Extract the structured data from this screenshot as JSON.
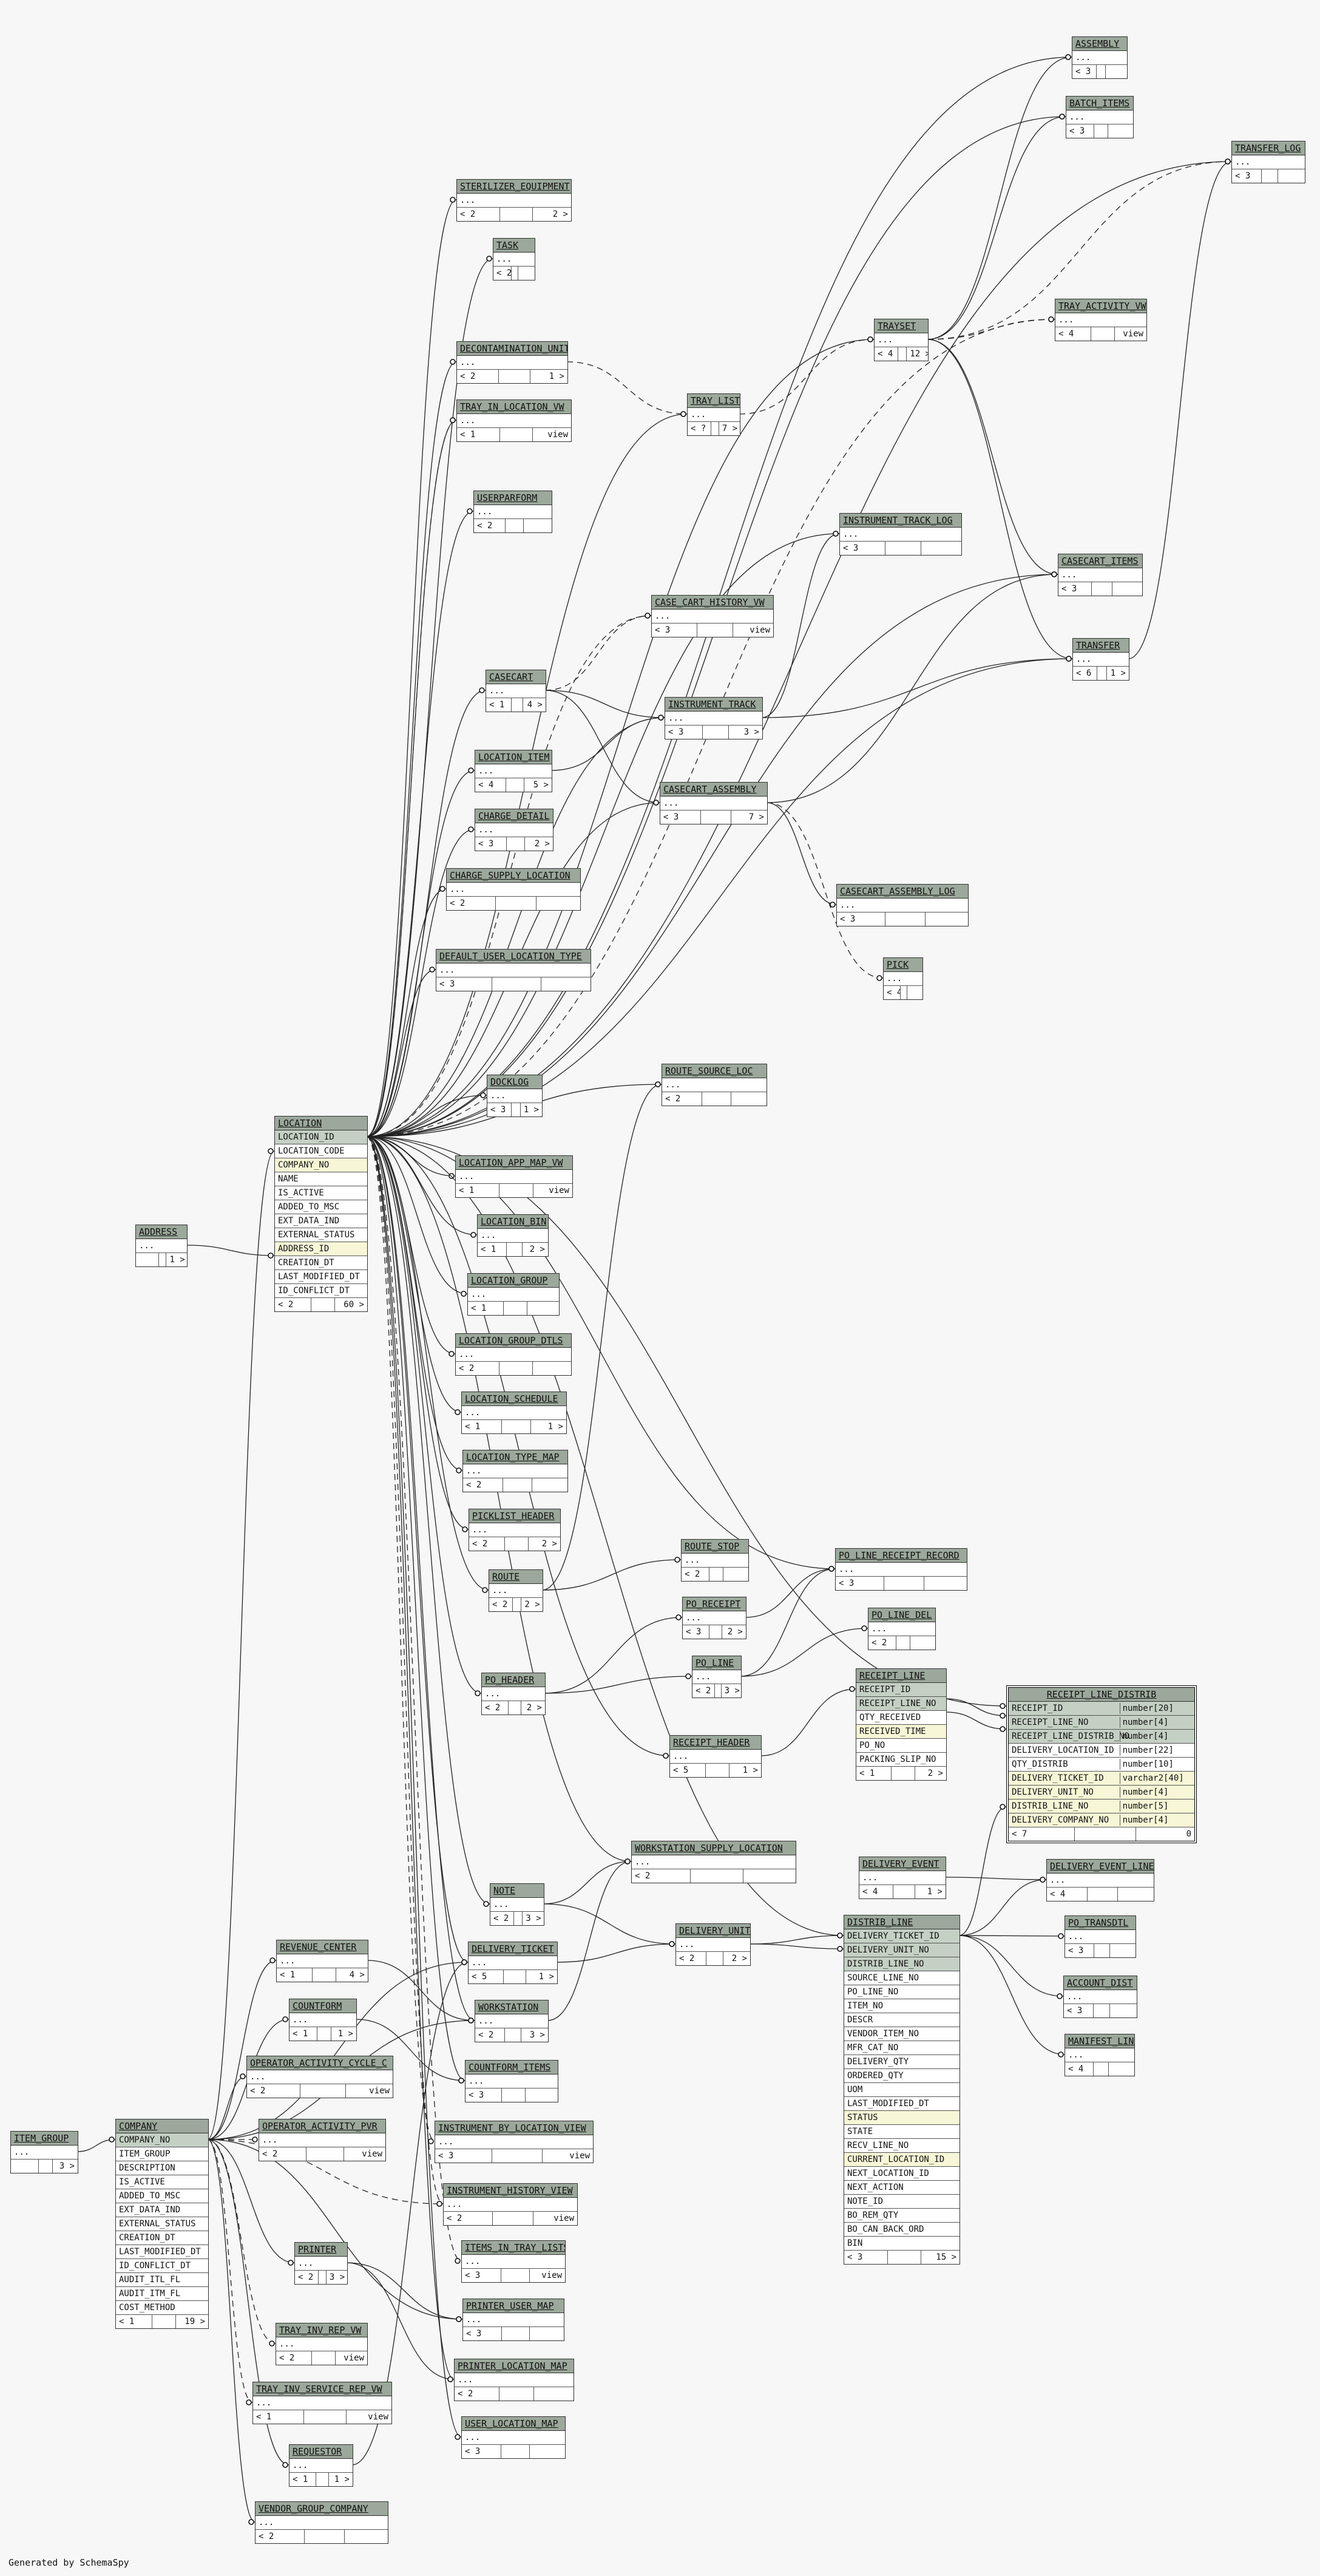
{
  "caption": "Generated by SchemaSpy",
  "tables": {
    "assembly": {
      "name": "ASSEMBLY",
      "rows": [
        "..."
      ],
      "foot": [
        "< 3",
        "",
        ""
      ]
    },
    "batch_items": {
      "name": "BATCH_ITEMS",
      "rows": [
        "..."
      ],
      "foot": [
        "< 3",
        "",
        ""
      ]
    },
    "transfer_log": {
      "name": "TRANSFER_LOG",
      "rows": [
        "..."
      ],
      "foot": [
        "< 3",
        "",
        ""
      ]
    },
    "sterilizer_equipment": {
      "name": "STERILIZER_EQUIPMENT",
      "rows": [
        "..."
      ],
      "foot": [
        "< 2",
        "",
        "2 >"
      ]
    },
    "task": {
      "name": "TASK",
      "rows": [
        "..."
      ],
      "foot": [
        "< 2",
        "",
        ""
      ]
    },
    "tray_activity_vw": {
      "name": "TRAY_ACTIVITY_VW",
      "rows": [
        "..."
      ],
      "foot": [
        "< 4",
        "",
        "view"
      ]
    },
    "trayset": {
      "name": "TRAYSET",
      "rows": [
        "..."
      ],
      "foot": [
        "< 4",
        "",
        "12 >"
      ]
    },
    "decontamination_unit": {
      "name": "DECONTAMINATION_UNIT",
      "rows": [
        "..."
      ],
      "foot": [
        "< 2",
        "",
        "1 >"
      ]
    },
    "tray_list": {
      "name": "TRAY_LIST",
      "rows": [
        "..."
      ],
      "foot": [
        "< ?",
        "",
        "7 >"
      ]
    },
    "tray_in_location_vw": {
      "name": "TRAY_IN_LOCATION_VW",
      "rows": [
        "..."
      ],
      "foot": [
        "< 1",
        "",
        "view"
      ]
    },
    "userparform": {
      "name": "USERPARFORM",
      "rows": [
        "..."
      ],
      "foot": [
        "< 2",
        "",
        ""
      ]
    },
    "instrument_track_log": {
      "name": "INSTRUMENT_TRACK_LOG",
      "rows": [
        "..."
      ],
      "foot": [
        "< 3",
        "",
        ""
      ]
    },
    "casecart_items": {
      "name": "CASECART_ITEMS",
      "rows": [
        "..."
      ],
      "foot": [
        "< 3",
        "",
        ""
      ]
    },
    "case_cart_history_vw": {
      "name": "CASE_CART_HISTORY_VW",
      "rows": [
        "..."
      ],
      "foot": [
        "< 3",
        "",
        "view"
      ]
    },
    "transfer": {
      "name": "TRANSFER",
      "rows": [
        "..."
      ],
      "foot": [
        "< 6",
        "",
        "1 >"
      ]
    },
    "casecart": {
      "name": "CASECART",
      "rows": [
        "..."
      ],
      "foot": [
        "< 1",
        "",
        "4 >"
      ]
    },
    "instrument_track": {
      "name": "INSTRUMENT_TRACK",
      "rows": [
        "..."
      ],
      "foot": [
        "< 3",
        "",
        "3 >"
      ]
    },
    "location_item": {
      "name": "LOCATION_ITEM",
      "rows": [
        "..."
      ],
      "foot": [
        "< 4",
        "",
        "5 >"
      ]
    },
    "casecart_assembly": {
      "name": "CASECART_ASSEMBLY",
      "rows": [
        "..."
      ],
      "foot": [
        "< 3",
        "",
        "7 >"
      ]
    },
    "charge_detail": {
      "name": "CHARGE_DETAIL",
      "rows": [
        "..."
      ],
      "foot": [
        "< 3",
        "",
        "2 >"
      ]
    },
    "charge_supply_location": {
      "name": "CHARGE_SUPPLY_LOCATION",
      "rows": [
        "..."
      ],
      "foot": [
        "< 2",
        "",
        ""
      ]
    },
    "casecart_assembly_log": {
      "name": "CASECART_ASSEMBLY_LOG",
      "rows": [
        "..."
      ],
      "foot": [
        "< 3",
        "",
        ""
      ]
    },
    "default_user_location_type": {
      "name": "DEFAULT_USER_LOCATION_TYPE",
      "rows": [
        "..."
      ],
      "foot": [
        "< 3",
        "",
        ""
      ]
    },
    "pick": {
      "name": "PICK",
      "rows": [
        "..."
      ],
      "foot": [
        "< 4",
        "",
        ""
      ]
    },
    "route_source_loc": {
      "name": "ROUTE_SOURCE_LOC",
      "rows": [
        "..."
      ],
      "foot": [
        "< 2",
        "",
        ""
      ]
    },
    "docklog": {
      "name": "DOCKLOG",
      "rows": [
        "..."
      ],
      "foot": [
        "< 3",
        "",
        "1 >"
      ]
    },
    "location": {
      "name": "LOCATION",
      "rows": [
        "LOCATION_ID",
        "LOCATION_CODE",
        "COMPANY_NO",
        "NAME",
        "IS_ACTIVE",
        "ADDED_TO_MSC",
        "EXT_DATA_IND",
        "EXTERNAL_STATUS",
        "ADDRESS_ID",
        "CREATION_DT",
        "LAST_MODIFIED_DT",
        "ID_CONFLICT_DT"
      ],
      "foot": [
        "< 2",
        "",
        "60 >"
      ]
    },
    "location_app_map_vw": {
      "name": "LOCATION_APP_MAP_VW",
      "rows": [
        "..."
      ],
      "foot": [
        "< 1",
        "",
        "view"
      ]
    },
    "address": {
      "name": "ADDRESS",
      "rows": [
        "..."
      ],
      "foot": [
        "",
        "",
        "1 >"
      ]
    },
    "location_bin": {
      "name": "LOCATION_BIN",
      "rows": [
        "..."
      ],
      "foot": [
        "< 1",
        "",
        "2 >"
      ]
    },
    "location_group": {
      "name": "LOCATION_GROUP",
      "rows": [
        "..."
      ],
      "foot": [
        "< 1",
        "",
        ""
      ]
    },
    "location_group_dtls": {
      "name": "LOCATION_GROUP_DTLS",
      "rows": [
        "..."
      ],
      "foot": [
        "< 2",
        "",
        ""
      ]
    },
    "location_schedule": {
      "name": "LOCATION_SCHEDULE",
      "rows": [
        "..."
      ],
      "foot": [
        "< 1",
        "",
        "1 >"
      ]
    },
    "location_type_map": {
      "name": "LOCATION_TYPE_MAP",
      "rows": [
        "..."
      ],
      "foot": [
        "< 2",
        "",
        ""
      ]
    },
    "picklist_header": {
      "name": "PICKLIST_HEADER",
      "rows": [
        "..."
      ],
      "foot": [
        "< 2",
        "",
        "2 >"
      ]
    },
    "route_stop": {
      "name": "ROUTE_STOP",
      "rows": [
        "..."
      ],
      "foot": [
        "< 2",
        "",
        ""
      ]
    },
    "po_line_receipt_record": {
      "name": "PO_LINE_RECEIPT_RECORD",
      "rows": [
        "..."
      ],
      "foot": [
        "< 3",
        "",
        ""
      ]
    },
    "route": {
      "name": "ROUTE",
      "rows": [
        "..."
      ],
      "foot": [
        "< 2",
        "",
        "2 >"
      ]
    },
    "po_receipt": {
      "name": "PO_RECEIPT",
      "rows": [
        "..."
      ],
      "foot": [
        "< 3",
        "",
        "2 >"
      ]
    },
    "po_line_del": {
      "name": "PO_LINE_DEL",
      "rows": [
        "..."
      ],
      "foot": [
        "< 2",
        "",
        ""
      ]
    },
    "po_header": {
      "name": "PO_HEADER",
      "rows": [
        "..."
      ],
      "foot": [
        "< 2",
        "",
        "2 >"
      ]
    },
    "po_line": {
      "name": "PO_LINE",
      "rows": [
        "..."
      ],
      "foot": [
        "< 2",
        "",
        "3 >"
      ]
    },
    "receipt_line": {
      "name": "RECEIPT_LINE",
      "rows": [
        "RECEIPT_ID",
        "RECEIPT_LINE_NO",
        "QTY_RECEIVED",
        "RECEIVED_TIME",
        "PO_NO",
        "PACKING_SLIP_NO"
      ],
      "foot": [
        "< 1",
        "",
        "2 >"
      ]
    },
    "receipt_header": {
      "name": "RECEIPT_HEADER",
      "rows": [
        "..."
      ],
      "foot": [
        "< 5",
        "",
        "1 >"
      ]
    },
    "receipt_line_distrib": {
      "name": "RECEIPT_LINE_DISTRIB",
      "rows": [
        [
          "RECEIPT_ID",
          "number[20]"
        ],
        [
          "RECEIPT_LINE_NO",
          "number[4]"
        ],
        [
          "RECEIPT_LINE_DISTRIB_NO",
          "number[4]"
        ],
        [
          "DELIVERY_LOCATION_ID",
          "number[22]"
        ],
        [
          "QTY_DISTRIB",
          "number[10]"
        ],
        [
          "DELIVERY_TICKET_ID",
          "varchar2[40]"
        ],
        [
          "DELIVERY_UNIT_NO",
          "number[4]"
        ],
        [
          "DISTRIB_LINE_NO",
          "number[5]"
        ],
        [
          "DELIVERY_COMPANY_NO",
          "number[4]"
        ]
      ],
      "foot": [
        "< 7",
        "",
        "0"
      ]
    },
    "workstation_supply_location": {
      "name": "WORKSTATION_SUPPLY_LOCATION",
      "rows": [
        "..."
      ],
      "foot": [
        "< 2",
        "",
        ""
      ]
    },
    "delivery_event": {
      "name": "DELIVERY_EVENT",
      "rows": [
        "..."
      ],
      "foot": [
        "< 4",
        "",
        "1 >"
      ]
    },
    "delivery_event_line": {
      "name": "DELIVERY_EVENT_LINE",
      "rows": [
        "..."
      ],
      "foot": [
        "< 4",
        "",
        ""
      ]
    },
    "note": {
      "name": "NOTE",
      "rows": [
        "..."
      ],
      "foot": [
        "< 2",
        "",
        "3 >"
      ]
    },
    "distrib_line": {
      "name": "DISTRIB_LINE",
      "rows": [
        "DELIVERY_TICKET_ID",
        "DELIVERY_UNIT_NO",
        "DISTRIB_LINE_NO",
        "SOURCE_LINE_NO",
        "PO_LINE_NO",
        "ITEM_NO",
        "DESCR",
        "VENDOR_ITEM_NO",
        "MFR_CAT_NO",
        "DELIVERY_QTY",
        "ORDERED_QTY",
        "UOM",
        "LAST_MODIFIED_DT",
        "STATUS",
        "STATE",
        "RECV_LINE_NO",
        "CURRENT_LOCATION_ID",
        "NEXT_LOCATION_ID",
        "NEXT_ACTION",
        "NOTE_ID",
        "BO_REM_QTY",
        "BO_CAN_BACK_ORD",
        "BIN"
      ],
      "foot": [
        "< 3",
        "",
        "15 >"
      ]
    },
    "po_transdtl": {
      "name": "PO_TRANSDTL",
      "rows": [
        "..."
      ],
      "foot": [
        "< 3",
        "",
        ""
      ]
    },
    "delivery_unit": {
      "name": "DELIVERY_UNIT",
      "rows": [
        "..."
      ],
      "foot": [
        "< 2",
        "",
        "2 >"
      ]
    },
    "revenue_center": {
      "name": "REVENUE_CENTER",
      "rows": [
        "..."
      ],
      "foot": [
        "< 1",
        "",
        "4 >"
      ]
    },
    "delivery_ticket": {
      "name": "DELIVERY_TICKET",
      "rows": [
        "..."
      ],
      "foot": [
        "< 5",
        "",
        "1 >"
      ]
    },
    "account_dist": {
      "name": "ACCOUNT_DIST",
      "rows": [
        "..."
      ],
      "foot": [
        "< 3",
        "",
        ""
      ]
    },
    "countform": {
      "name": "COUNTFORM",
      "rows": [
        "..."
      ],
      "foot": [
        "< 1",
        "",
        "1 >"
      ]
    },
    "workstation": {
      "name": "WORKSTATION",
      "rows": [
        "..."
      ],
      "foot": [
        "< 2",
        "",
        "3 >"
      ]
    },
    "manifest_line": {
      "name": "MANIFEST_LINE",
      "rows": [
        "..."
      ],
      "foot": [
        "< 4",
        "",
        ""
      ]
    },
    "operator_activity_cycle_c": {
      "name": "OPERATOR_ACTIVITY_CYCLE_C",
      "rows": [
        "..."
      ],
      "foot": [
        "< 2",
        "",
        "view"
      ]
    },
    "countform_items": {
      "name": "COUNTFORM_ITEMS",
      "rows": [
        "..."
      ],
      "foot": [
        "< 3",
        "",
        ""
      ]
    },
    "item_group": {
      "name": "ITEM_GROUP",
      "rows": [
        "..."
      ],
      "foot": [
        "",
        "",
        "3 >"
      ]
    },
    "company": {
      "name": "COMPANY",
      "rows": [
        "COMPANY_NO",
        "ITEM_GROUP",
        "DESCRIPTION",
        "IS_ACTIVE",
        "ADDED_TO_MSC",
        "EXT_DATA_IND",
        "EXTERNAL_STATUS",
        "CREATION_DT",
        "LAST_MODIFIED_DT",
        "ID_CONFLICT_DT",
        "AUDIT_ITL_FL",
        "AUDIT_ITM_FL",
        "COST_METHOD"
      ],
      "foot": [
        "< 1",
        "",
        "19 >"
      ]
    },
    "operator_activity_pvr": {
      "name": "OPERATOR_ACTIVITY_PVR",
      "rows": [
        "..."
      ],
      "foot": [
        "< 2",
        "",
        "view"
      ]
    },
    "instrument_by_location_view": {
      "name": "INSTRUMENT_BY_LOCATION_VIEW",
      "rows": [
        "..."
      ],
      "foot": [
        "< 3",
        "",
        "view"
      ]
    },
    "instrument_history_view": {
      "name": "INSTRUMENT_HISTORY_VIEW",
      "rows": [
        "..."
      ],
      "foot": [
        "< 2",
        "",
        "view"
      ]
    },
    "items_in_tray_lists": {
      "name": "ITEMS_IN_TRAY_LISTS",
      "rows": [
        "..."
      ],
      "foot": [
        "< 3",
        "",
        "view"
      ]
    },
    "printer": {
      "name": "PRINTER",
      "rows": [
        "..."
      ],
      "foot": [
        "< 2",
        "",
        "3 >"
      ]
    },
    "printer_user_map": {
      "name": "PRINTER_USER_MAP",
      "rows": [
        "..."
      ],
      "foot": [
        "< 3",
        "",
        ""
      ]
    },
    "tray_inv_rep_vw": {
      "name": "TRAY_INV_REP_VW",
      "rows": [
        "..."
      ],
      "foot": [
        "< 2",
        "",
        "view"
      ]
    },
    "printer_location_map": {
      "name": "PRINTER_LOCATION_MAP",
      "rows": [
        "..."
      ],
      "foot": [
        "< 2",
        "",
        ""
      ]
    },
    "tray_inv_service_rep_vw": {
      "name": "TRAY_INV_SERVICE_REP_VW",
      "rows": [
        "..."
      ],
      "foot": [
        "< 1",
        "",
        "view"
      ]
    },
    "user_location_map": {
      "name": "USER_LOCATION_MAP",
      "rows": [
        "..."
      ],
      "foot": [
        "< 3",
        "",
        ""
      ]
    },
    "requestor": {
      "name": "REQUESTOR",
      "rows": [
        "..."
      ],
      "foot": [
        "< 1",
        "",
        "1 >"
      ]
    },
    "vendor_group_company": {
      "name": "VENDOR_GROUP_COMPANY",
      "rows": [
        "..."
      ],
      "foot": [
        "< 2",
        "",
        ""
      ]
    }
  }
}
